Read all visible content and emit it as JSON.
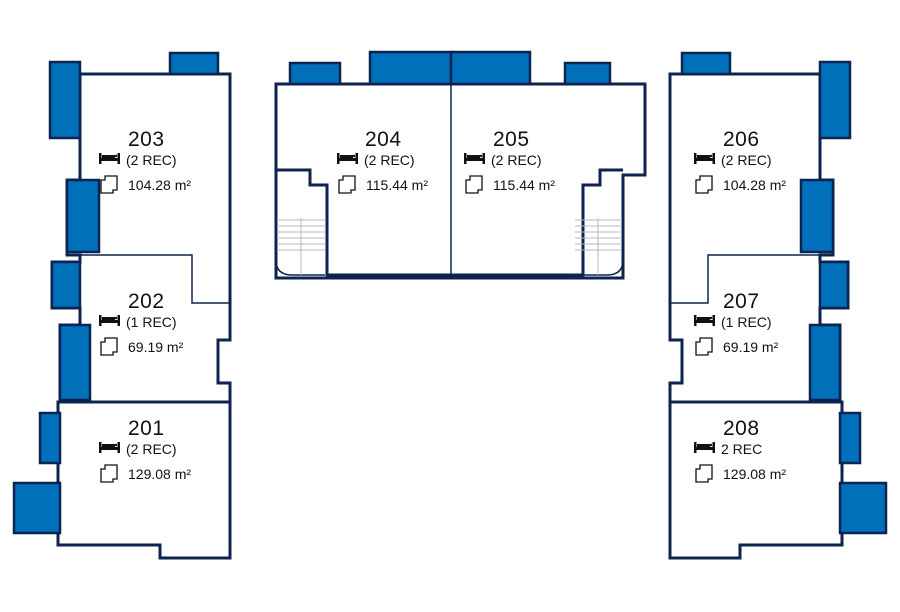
{
  "colors": {
    "wall": "#0d2350",
    "balcony": "#0070bb",
    "background": "#ffffff"
  },
  "icons": {
    "bedrooms": "bed-icon",
    "area": "area-m2-icon"
  },
  "area_icon_label": "m²",
  "units": [
    {
      "number": "201",
      "bedrooms": "(2 REC)",
      "area": "129.08 m²"
    },
    {
      "number": "202",
      "bedrooms": "(1 REC)",
      "area": "69.19 m²"
    },
    {
      "number": "203",
      "bedrooms": "(2 REC)",
      "area": "104.28 m²"
    },
    {
      "number": "204",
      "bedrooms": "(2 REC)",
      "area": "115.44 m²"
    },
    {
      "number": "205",
      "bedrooms": "(2 REC)",
      "area": "115.44 m²"
    },
    {
      "number": "206",
      "bedrooms": "(2 REC)",
      "area": "104.28 m²"
    },
    {
      "number": "207",
      "bedrooms": "(1 REC)",
      "area": "69.19 m²"
    },
    {
      "number": "208",
      "bedrooms": "2 REC",
      "area": "129.08 m²"
    }
  ]
}
